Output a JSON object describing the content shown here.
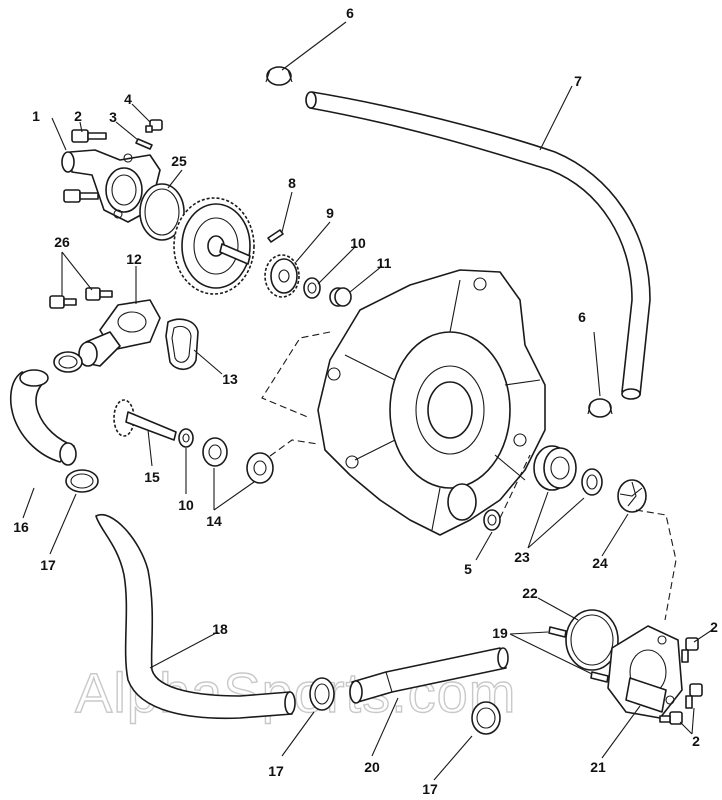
{
  "diagram": {
    "watermark": "AlphaSports.com",
    "callouts": {
      "c1": "1",
      "c2a": "2",
      "c2b": "2",
      "c2c": "2",
      "c3": "3",
      "c4": "4",
      "c5": "5",
      "c6a": "6",
      "c6b": "6",
      "c7": "7",
      "c8": "8",
      "c9": "9",
      "c10a": "10",
      "c10b": "10",
      "c11": "11",
      "c12": "12",
      "c13": "13",
      "c14": "14",
      "c15": "15",
      "c16": "16",
      "c17a": "17",
      "c17b": "17",
      "c17c": "17",
      "c18": "18",
      "c19": "19",
      "c20": "20",
      "c21": "21",
      "c22": "22",
      "c23": "23",
      "c24": "24",
      "c25": "25",
      "c26": "26"
    }
  }
}
